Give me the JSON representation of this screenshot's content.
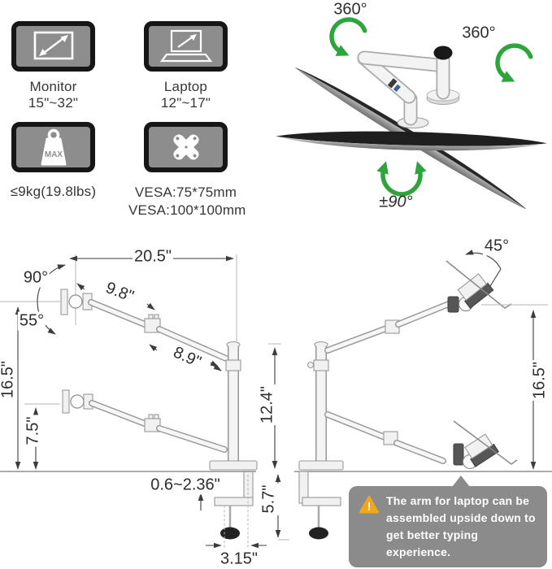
{
  "specs": {
    "monitor": {
      "title": "Monitor",
      "range": "15\"~32\""
    },
    "laptop": {
      "title": "Laptop",
      "range": "12\"~17\""
    },
    "weight": {
      "limit": "≤9kg(19.8lbs)",
      "badge_text": "MAX"
    },
    "vesa": {
      "line1": "VESA:75*75mm",
      "line2": "VESA:100*100mm"
    }
  },
  "rotation": {
    "swivel_arm": "360°",
    "swivel_pole": "360°",
    "screen_rotate": "±90°"
  },
  "dimensions": {
    "total_reach": "20.5\"",
    "tilt_up": "90°",
    "tilt_down": "55°",
    "upper_arm_length": "9.8\"",
    "forearm_length": "8.9\"",
    "monitor_arm_height": "16.5\"",
    "laptop_arm_height": "7.5\"",
    "pole_height": "12.4\"",
    "desk_thickness": "0.6~2.36\"",
    "clamp_below_desk": "5.7\"",
    "clamp_width": "3.15\"",
    "tray_tilt": "45°",
    "laptop_arm_max_height": "16.5\""
  },
  "note": {
    "warning_mark": "!",
    "text": "The arm for laptop can be assembled upside down to get better typing experience."
  },
  "colors": {
    "accent_green": "#2ea53c",
    "badge_gray": "#8d8d8d",
    "note_gray": "#8b8b8b",
    "warning_orange": "#f2a51e"
  }
}
